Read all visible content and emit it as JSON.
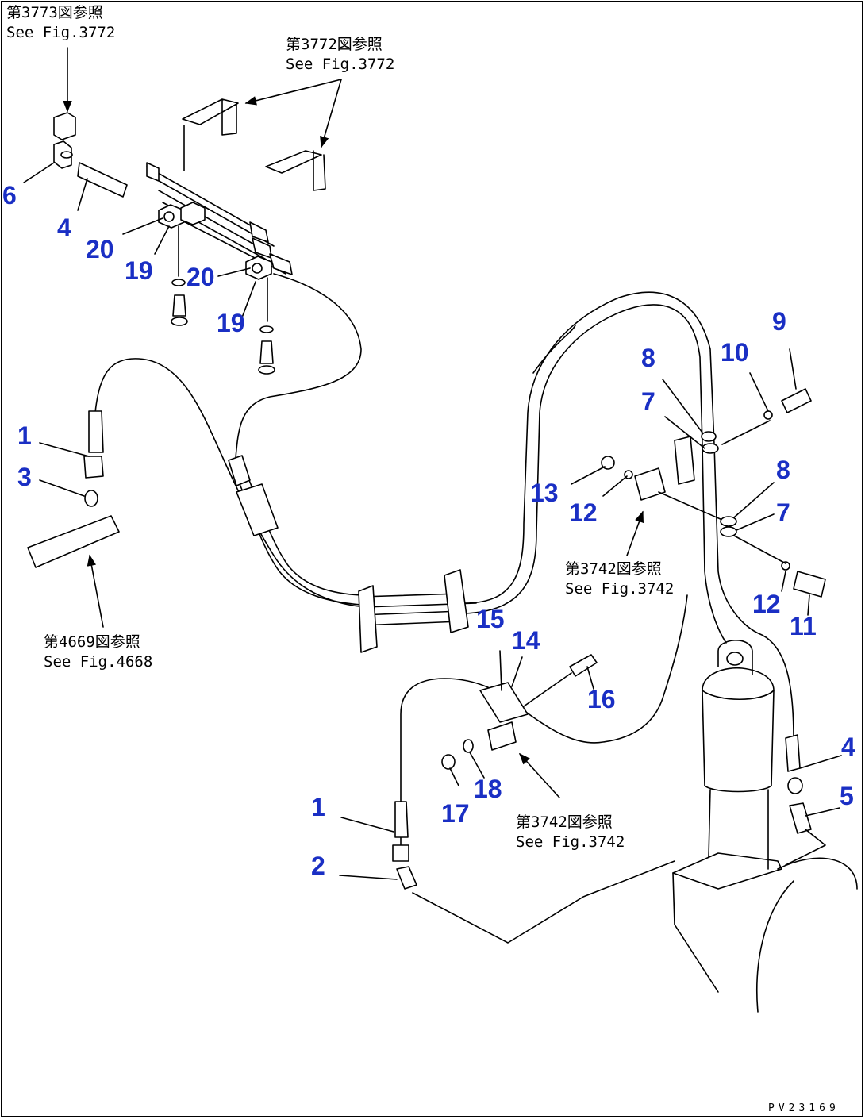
{
  "references": [
    {
      "id": "ref-3773",
      "jp": "第3773図参照",
      "en": "See Fig.3772"
    },
    {
      "id": "ref-3772",
      "jp": "第3772図参照",
      "en": "See Fig.3772"
    },
    {
      "id": "ref-4669",
      "jp": "第4669図参照",
      "en": "See Fig.4668"
    },
    {
      "id": "ref-3742a",
      "jp": "第3742図参照",
      "en": "See Fig.3742"
    },
    {
      "id": "ref-3742b",
      "jp": "第3742図参照",
      "en": "See Fig.3742"
    }
  ],
  "callouts": [
    "1",
    "2",
    "3",
    "4",
    "5",
    "6",
    "7",
    "8",
    "9",
    "10",
    "11",
    "12",
    "13",
    "14",
    "15",
    "16",
    "17",
    "18",
    "19",
    "20"
  ],
  "drawing_code": "PV23169",
  "colors": {
    "callout": "#1a2fc4",
    "line": "#000000",
    "background": "#ffffff"
  }
}
